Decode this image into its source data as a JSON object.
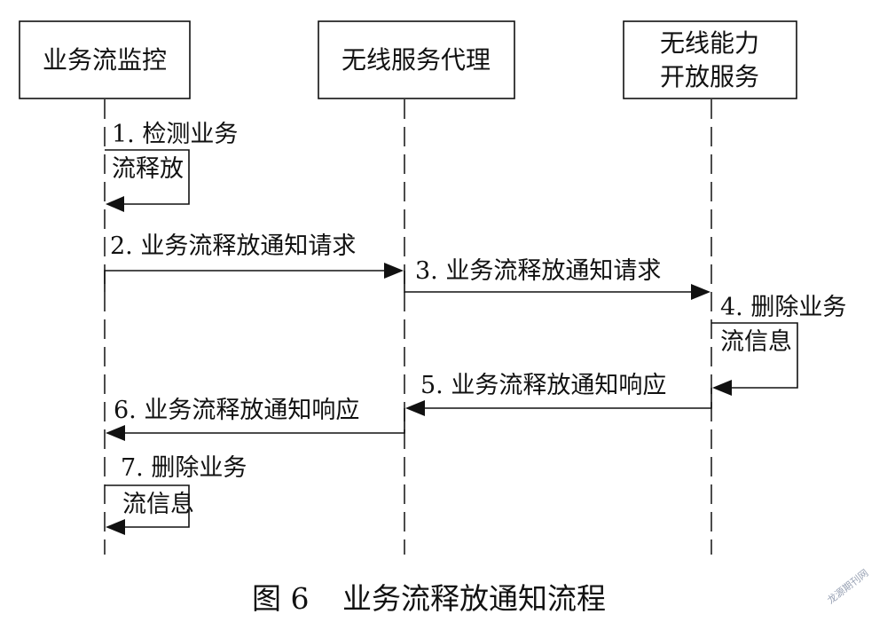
{
  "participants": [
    {
      "id": "p1",
      "lines": [
        "业务流监控"
      ]
    },
    {
      "id": "p2",
      "lines": [
        "无线服务代理"
      ]
    },
    {
      "id": "p3",
      "lines": [
        "无线能力",
        "开放服务"
      ]
    }
  ],
  "messages": [
    {
      "id": "m1",
      "lines": [
        "1. 检测业务",
        "流释放"
      ]
    },
    {
      "id": "m2",
      "lines": [
        "2. 业务流释放通知请求"
      ]
    },
    {
      "id": "m3",
      "lines": [
        "3. 业务流释放通知请求"
      ]
    },
    {
      "id": "m4",
      "lines": [
        "4. 删除业务",
        "流信息"
      ]
    },
    {
      "id": "m5",
      "lines": [
        "5. 业务流释放通知响应"
      ]
    },
    {
      "id": "m6",
      "lines": [
        "6. 业务流释放通知响应"
      ]
    },
    {
      "id": "m7",
      "lines": [
        "7. 删除业务",
        "流信息"
      ]
    }
  ],
  "caption": {
    "label": "图 6",
    "title": "业务流释放通知流程"
  },
  "watermark": "龙源期刊网"
}
